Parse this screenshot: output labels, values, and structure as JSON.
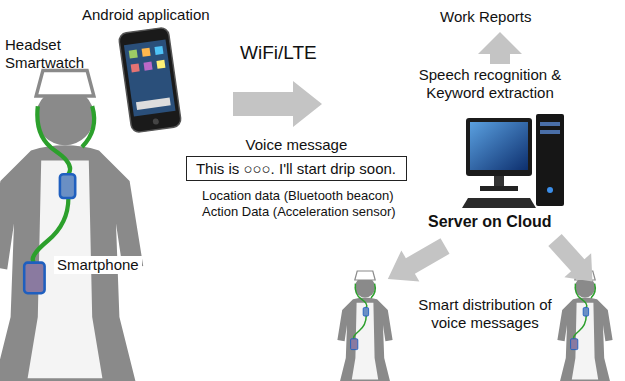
{
  "diagram": {
    "nodes": [
      {
        "text": [
          "Voice message",
          "This is ○○○. I'll start drip soon."
        ]
      }
    ],
    "labels": [
      "Android application",
      "Headset",
      "Smartwatch",
      "Smartphone",
      "WiFi/LTE",
      "Location data (Bluetooth beacon)",
      "Action Data (Acceleration sensor)",
      "Work Reports",
      "Speech recognition & Keyword extraction",
      "Server on Cloud",
      "Smart distribution of voice messages"
    ]
  }
}
